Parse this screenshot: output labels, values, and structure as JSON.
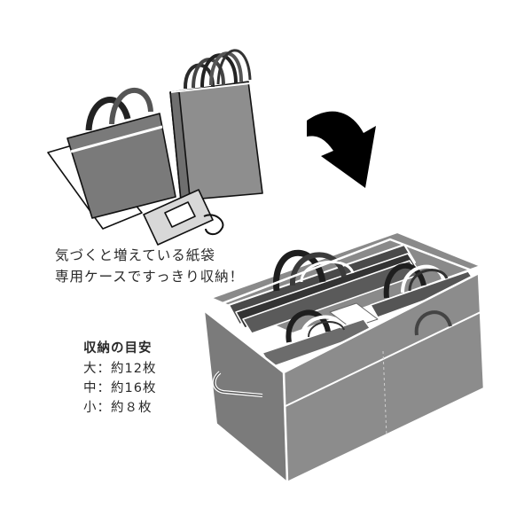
{
  "caption": {
    "line1": "気づくと増えている紙袋",
    "line2": "専用ケースですっきり収納！"
  },
  "capacity": {
    "title": "収納の目安",
    "rows": [
      {
        "size": "大",
        "sep": "：",
        "amount": "約12枚"
      },
      {
        "size": "中",
        "sep": "：",
        "amount": "約16枚"
      },
      {
        "size": "小",
        "sep": "：",
        "amount": "約８枚"
      }
    ]
  },
  "colors": {
    "case_gray": "#8c8c8c",
    "case_dark": "#6e6e6e",
    "bag_gray": "#9a9a9a",
    "arrow": "#000000"
  }
}
